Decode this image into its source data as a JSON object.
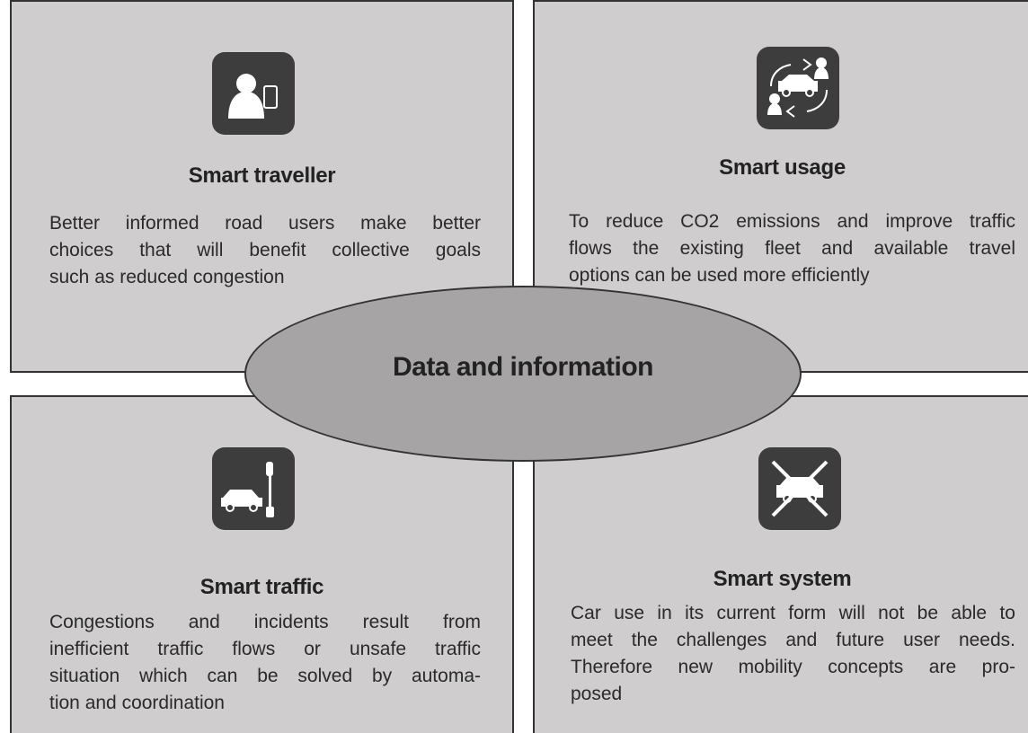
{
  "center": {
    "label": "Data and information"
  },
  "quadrants": {
    "smart_traveller": {
      "title": "Smart traveller",
      "description_lines": [
        "Better informed road users make better",
        "choices that will benefit collective goals",
        "such as reduced congestion"
      ],
      "icon": "person-with-phone-icon"
    },
    "smart_usage": {
      "title": "Smart usage",
      "description_lines": [
        "To reduce CO2 emissions and improve traffic",
        "flows the existing fleet and available travel",
        "options can be used more efficiently"
      ],
      "icon": "car-sharing-cycle-icon"
    },
    "smart_traffic": {
      "title": "Smart traffic",
      "description_lines": [
        "Congestions and incidents result from",
        "inefficient traffic flows or unsafe traffic",
        "situation which can be solved by automa-",
        "tion and coordination"
      ],
      "icon": "car-with-signal-icon"
    },
    "smart_system": {
      "title": "Smart system",
      "description_lines": [
        "Car use in its current form will not be able to",
        "meet the challenges and future user needs.",
        "Therefore new mobility concepts are pro-",
        "posed"
      ],
      "icon": "crossed-car-icon"
    }
  },
  "colors": {
    "panel": "#cfcdcd",
    "ellipse": "#a6a4a4",
    "icon_tile": "#3d3d3d",
    "border": "#333333"
  }
}
